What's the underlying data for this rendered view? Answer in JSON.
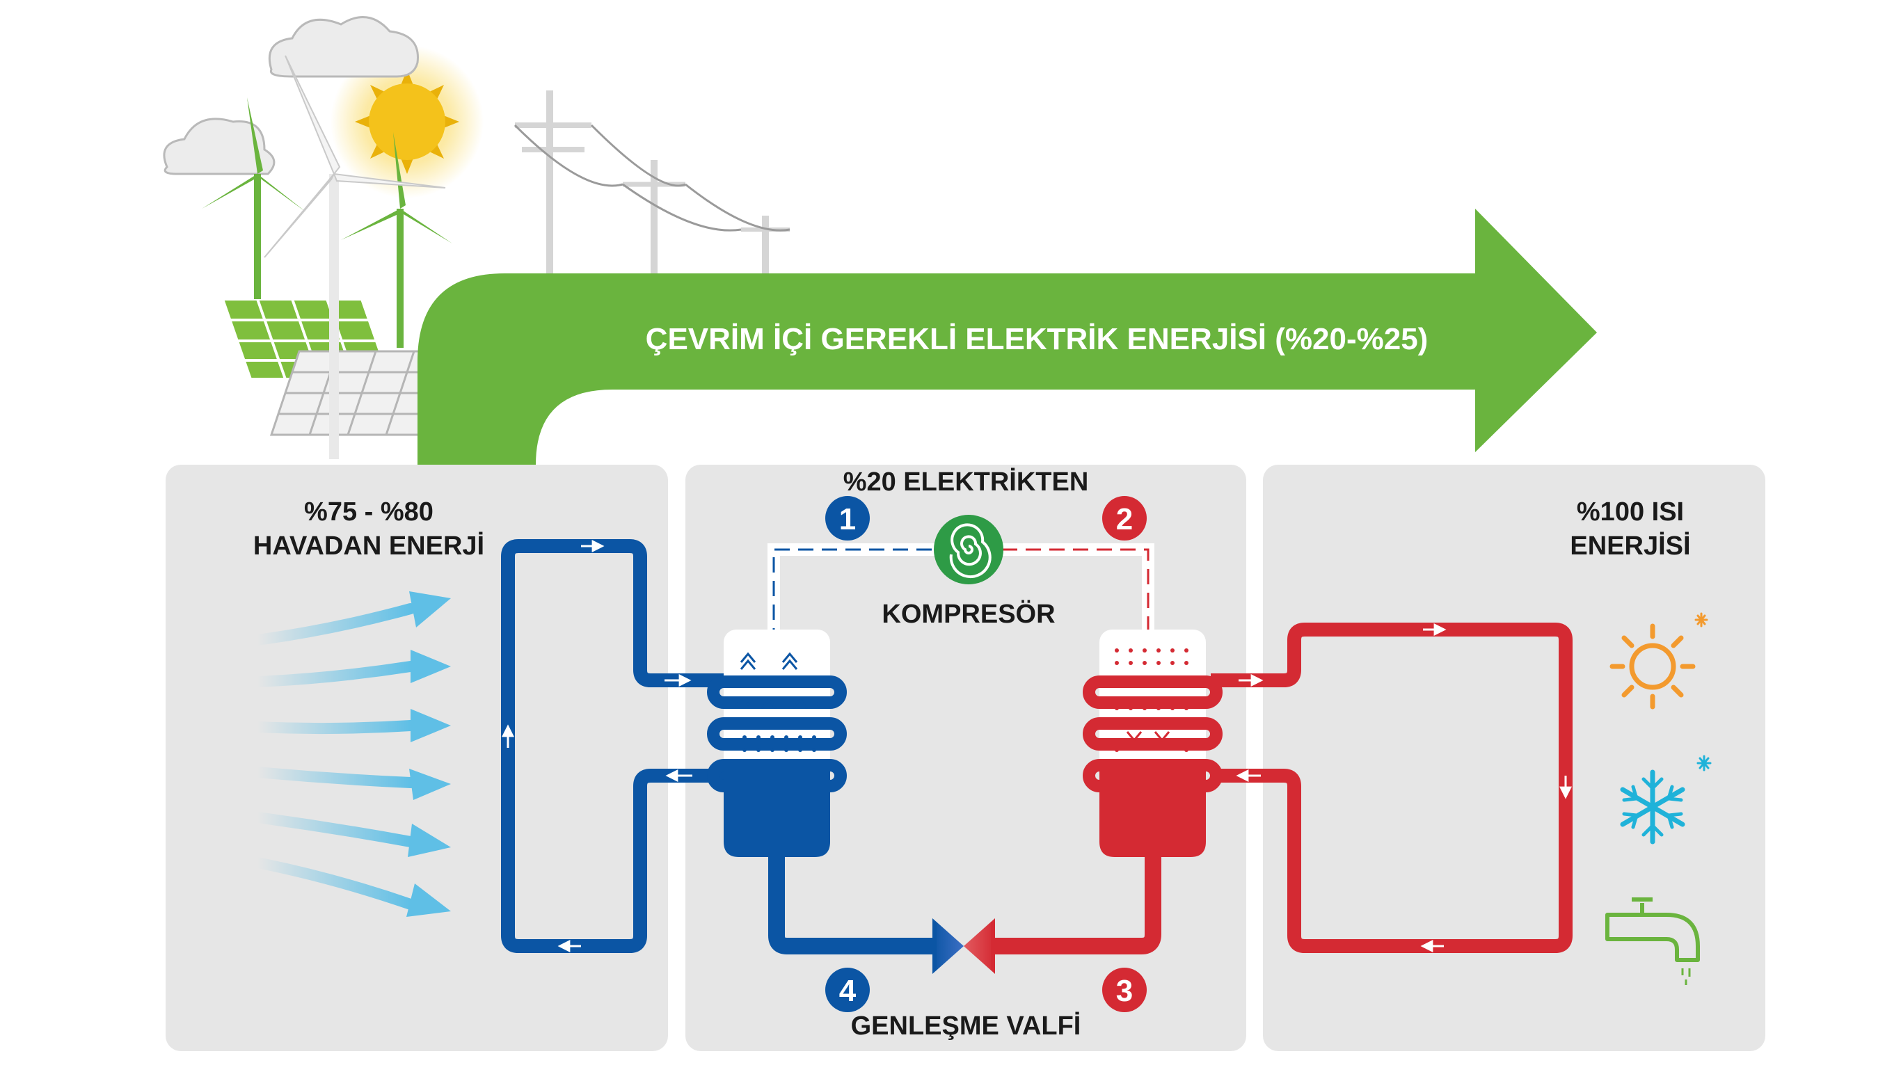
{
  "banner": {
    "text": "ÇEVRİM İÇİ GEREKLİ ELEKTRİK ENERJİSİ (%20-%25)"
  },
  "left_panel": {
    "line1": "%75 - %80",
    "line2": "HAVADAN ENERJİ"
  },
  "middle_panel": {
    "top_label": "%20 ELEKTRİKTEN",
    "compressor_label": "KOMPRESÖR",
    "valve_label": "GENLEŞME VALFİ"
  },
  "right_panel": {
    "line1": "%100 ISI",
    "line2": "ENERJİSİ"
  },
  "steps": [
    {
      "number": "1",
      "color": "#0b55a4"
    },
    {
      "number": "2",
      "color": "#d42a33"
    },
    {
      "number": "3",
      "color": "#d42a33"
    },
    {
      "number": "4",
      "color": "#0b55a4"
    }
  ],
  "output_icons": [
    "sun-icon",
    "snowflake-icon",
    "faucet-icon"
  ],
  "colors": {
    "green": "#6ab43e",
    "blue": "#0b55a4",
    "red": "#d42a33",
    "panel": "#e6e6e6",
    "arrow_light_blue": "#5fbfe6",
    "sun_orange": "#f39a2e",
    "snow_cyan": "#1fb2d9",
    "tap_green": "#6ab43e",
    "compressor_green": "#2e9b46"
  }
}
